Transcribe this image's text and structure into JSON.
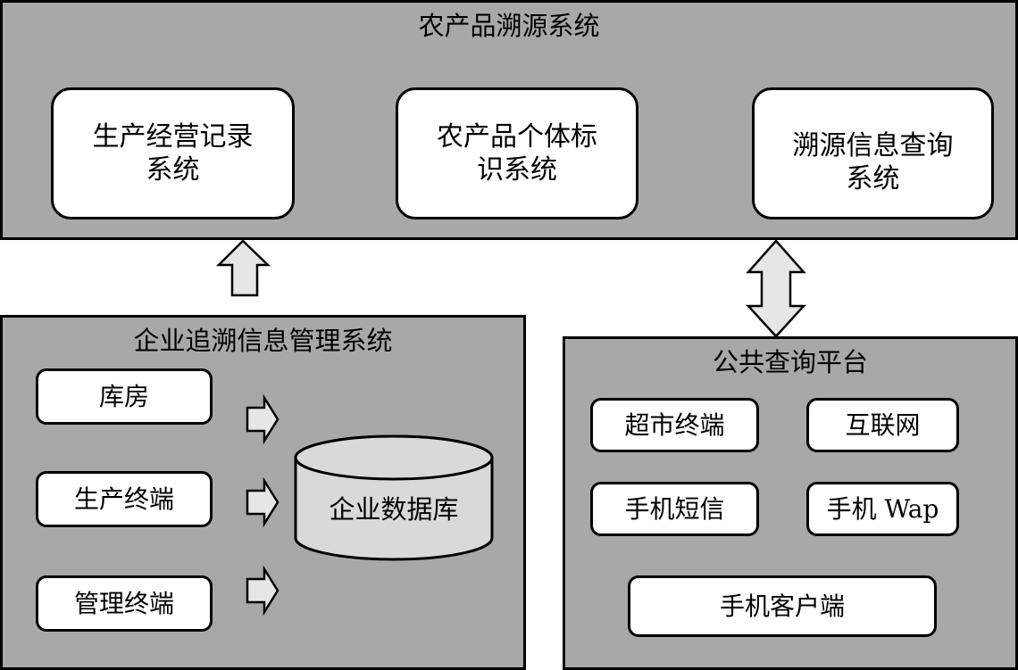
{
  "colors": {
    "panel_fill": "#a8a8a8",
    "box_fill": "#ffffff",
    "database_fill": "#d9d9d9",
    "arrow_fill": "#e6e6e6",
    "stroke": "#000000"
  },
  "icons": {
    "up_arrow": "up-arrow-icon",
    "double_arrow": "double-arrow-icon",
    "right_arrow": "right-arrow-icon",
    "database": "database-cylinder-icon"
  },
  "top_panel": {
    "title": "农产品溯源系统",
    "modules": [
      {
        "lines": [
          "生产经营记录",
          "系统"
        ]
      },
      {
        "lines": [
          "农产品个体标",
          "识系统"
        ]
      },
      {
        "lines": [
          "溯源信息查询",
          "系统"
        ]
      }
    ]
  },
  "enterprise_panel": {
    "title": "企业追溯信息管理系统",
    "sources": [
      "库房",
      "生产终端",
      "管理终端"
    ],
    "database": "企业数据库"
  },
  "query_panel": {
    "title": "公共查询平台",
    "channels": [
      "超市终端",
      "互联网",
      "手机短信",
      "手机 Wap",
      "手机客户端"
    ]
  }
}
